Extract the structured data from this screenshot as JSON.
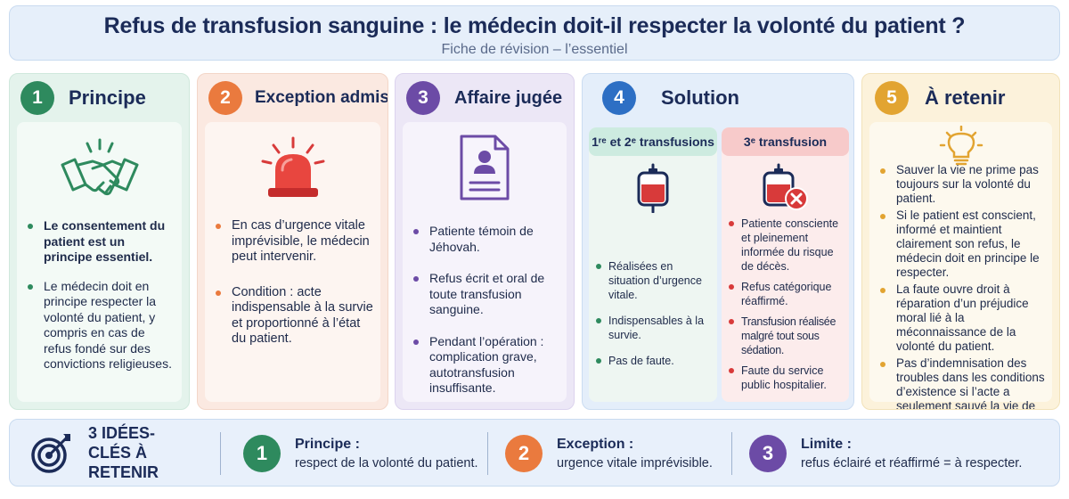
{
  "header": {
    "title": "Refus de transfusion sanguine : le médecin doit-il respecter la volonté du patient ?",
    "subtitle": "Fiche de révision – l’essentiel"
  },
  "colors": {
    "green": "#2e8a5e",
    "orange": "#ea7a3e",
    "purple": "#6c4ba6",
    "blue": "#2d6fc4",
    "gold": "#e2a431",
    "red": "#d83a3a"
  },
  "cards": [
    {
      "number": "1",
      "title": "Principe",
      "icon": "handshake-icon",
      "bullets": [
        "Le consentement du patient est un principe essentiel.",
        "Le médecin doit en principe respecter la volonté du patient, y compris en cas de refus fondé sur des convictions religieuses."
      ]
    },
    {
      "number": "2",
      "title": "Exception admise",
      "icon": "alarm-siren-icon",
      "bullets": [
        "En cas d’urgence vitale imprévisible, le médecin peut intervenir.",
        "Condition : acte indispensable à la survie et proportionné à l’état du patient."
      ]
    },
    {
      "number": "3",
      "title": "Affaire jugée",
      "icon": "patient-file-icon",
      "bullets": [
        "Patiente témoin de Jéhovah.",
        "Refus écrit et oral de toute transfusion sanguine.",
        "Pendant l’opération : complication grave, autotransfusion insuffisante."
      ]
    },
    {
      "number": "4",
      "title": "Solution",
      "left": {
        "heading": "1ʳᵉ et 2ᵉ transfusions",
        "icon": "blood-bag-icon",
        "bullets": [
          "Réalisées en situation d’urgence vitale.",
          "Indispensables à la survie.",
          "Pas de faute."
        ]
      },
      "right": {
        "heading": "3ᵉ transfusion",
        "icon": "blood-bag-refused-icon",
        "bullets": [
          "Patiente consciente et pleinement informée du risque de décès.",
          "Refus catégorique réaffirmé.",
          "Transfusion réalisée malgré tout sous sédation.",
          "Faute du service public hospitalier."
        ]
      }
    },
    {
      "number": "5",
      "title": "À retenir",
      "icon": "lightbulb-icon",
      "bullets": [
        "Sauver la vie ne prime pas toujours sur la volonté du patient.",
        "Si le patient est conscient, informé et maintient clairement son refus, le médecin doit en principe le respecter.",
        "La faute ouvre droit à réparation d’un préjudice moral lié à la méconnaissance de la volonté du patient.",
        "Pas d’indemnisation des troubles dans les conditions d’existence si l’acte a seulement sauvé la vie de la patiente."
      ]
    }
  ],
  "bottom": {
    "icon": "target-icon",
    "lead": "3 IDÉES-CLÉS À RETENIR",
    "ideas": [
      {
        "number": "1",
        "title": "Principe :",
        "text": "respect de la volonté du patient."
      },
      {
        "number": "2",
        "title": "Exception :",
        "text": "urgence vitale imprévisible."
      },
      {
        "number": "3",
        "title": "Limite :",
        "text": "refus éclairé et réaffirmé = à respecter."
      }
    ]
  }
}
